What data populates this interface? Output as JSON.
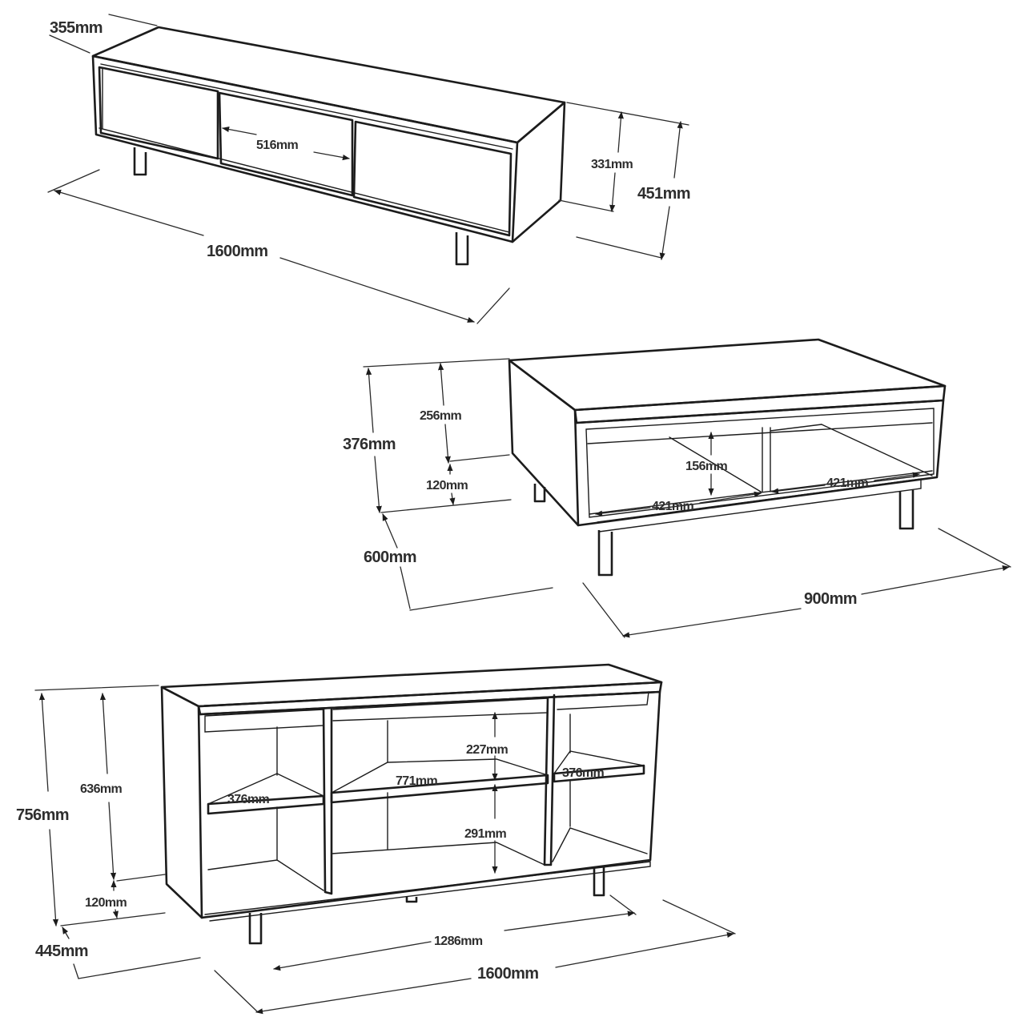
{
  "tv_stand": {
    "depth": "355mm",
    "door_width": "516mm",
    "inner_height": "331mm",
    "total_height": "451mm",
    "width": "1600mm"
  },
  "coffee_table": {
    "top_height": "256mm",
    "total_height": "376mm",
    "leg_height": "120mm",
    "depth": "600mm",
    "shelf_height": "156mm",
    "shelf_width_right": "421mm",
    "shelf_width_left": "421mm",
    "width": "900mm"
  },
  "sideboard": {
    "total_height": "756mm",
    "inner_height": "636mm",
    "leg_height": "120mm",
    "depth": "445mm",
    "upper_compartment": "227mm",
    "center_shelf": "771mm",
    "right_shelf": "376mm",
    "left_shelf": "376mm",
    "lower_compartment": "291mm",
    "leg_span": "1286mm",
    "width": "1600mm"
  }
}
